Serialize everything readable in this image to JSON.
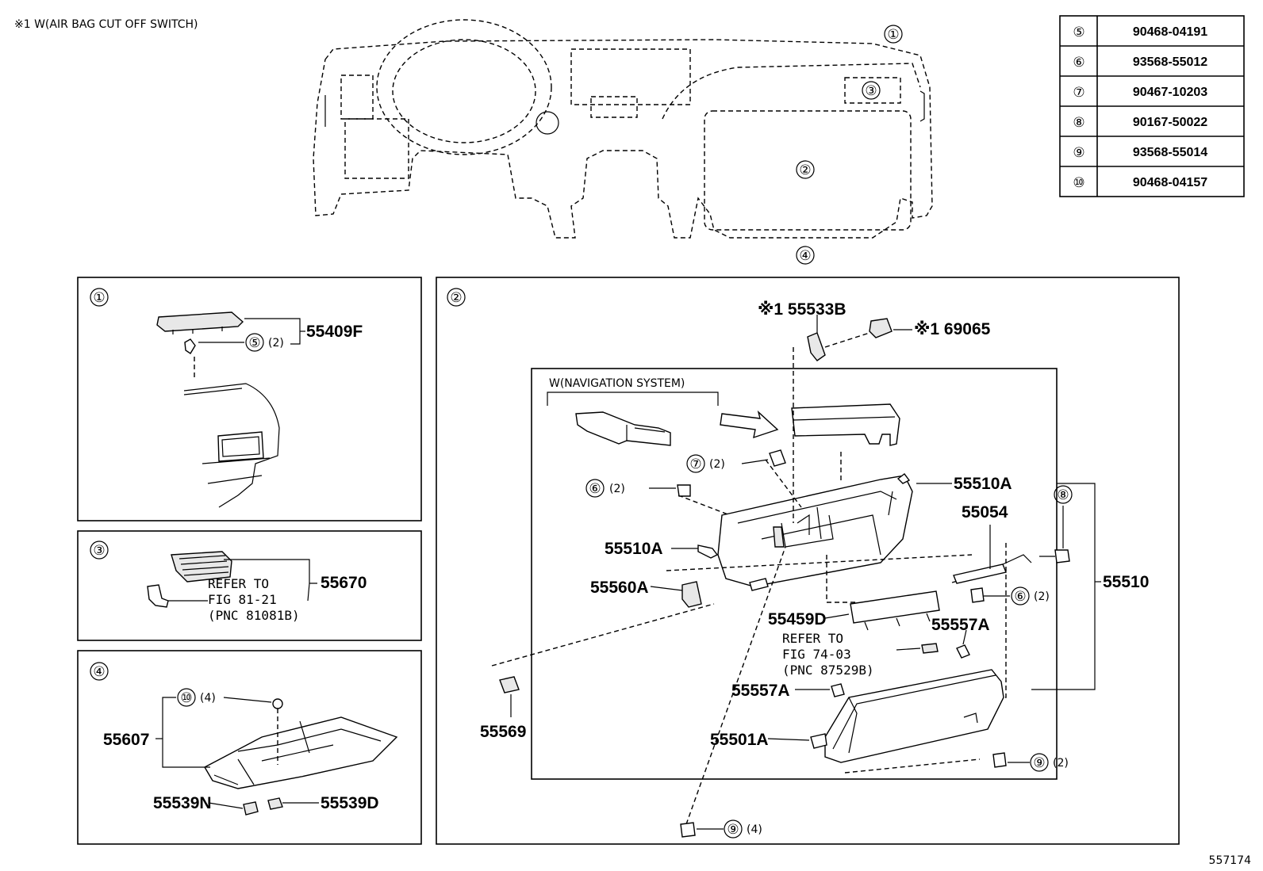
{
  "note_text": "※1 W(AIR BAG CUT OFF SWITCH)",
  "figure_id": "557174",
  "overview": {
    "callouts": [
      "①",
      "②",
      "③",
      "④"
    ]
  },
  "fastener_table": [
    {
      "ref": "⑤",
      "part": "90468-04191"
    },
    {
      "ref": "⑥",
      "part": "93568-55012"
    },
    {
      "ref": "⑦",
      "part": "90467-10203"
    },
    {
      "ref": "⑧",
      "part": "90167-50022"
    },
    {
      "ref": "⑨",
      "part": "93568-55014"
    },
    {
      "ref": "⑩",
      "part": "90468-04157"
    }
  ],
  "panel1": {
    "id": "①",
    "part": "55409F",
    "fastener": "⑤",
    "qty": "(2)"
  },
  "panel3": {
    "id": "③",
    "part": "55670",
    "refer_line1": "REFER TO",
    "refer_line2": "FIG 81-21",
    "refer_line3": "(PNC 81081B)"
  },
  "panel4": {
    "id": "④",
    "part_main": "55607",
    "fastener": "⑩",
    "qty": "(4)",
    "part_a": "55539N",
    "part_b": "55539D"
  },
  "panel2": {
    "id": "②",
    "p_55533b": "※1 55533B",
    "p_69065": "※1 69065",
    "nav_label": "W(NAVIGATION SYSTEM)",
    "f7": "⑦",
    "f7_qty": "(2)",
    "f6a": "⑥",
    "f6a_qty": "(2)",
    "p_55510a_1": "55510A",
    "p_55510a_2": "55510A",
    "p_55054": "55054",
    "f8": "⑧",
    "p_55510": "55510",
    "p_55560a": "55560A",
    "f6b": "⑥",
    "f6b_qty": "(2)",
    "p_55459d": "55459D",
    "p_55557a_1": "55557A",
    "refer_line1": "REFER TO",
    "refer_line2": "FIG 74-03",
    "refer_line3": "(PNC 87529B)",
    "p_55557a_2": "55557A",
    "p_55569": "55569",
    "p_55501a": "55501A",
    "f9a": "⑨",
    "f9a_qty": "(2)",
    "f9b": "⑨",
    "f9b_qty": "(4)"
  }
}
